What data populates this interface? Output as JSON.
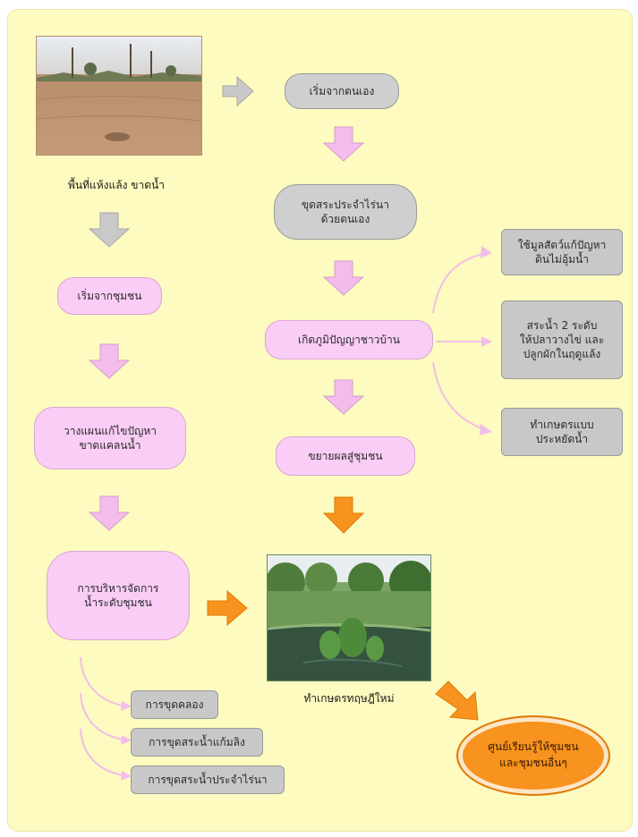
{
  "colors": {
    "background": "#fdfbbf",
    "pink_box": "#f9cdf5",
    "gray_box": "#cfcfcf",
    "orange": "#f7931e"
  },
  "left": {
    "dry_land_caption": "พื้นที่แห้งแล้ง ขาดน้ำ",
    "start_community": "เริ่มจากชุมชน",
    "plan": "วางแผนแก้ไขปัญหา\nขาดแคลนน้ำ",
    "manage": "การบริหารจัดการ\nน้ำระดับชุมชน",
    "sub_items": [
      "การขุดคลอง",
      "การขุดสระน้ำแก้มลิง",
      "การขุดสระน้ำประจำไร่นา"
    ]
  },
  "middle": {
    "start_self": "เริ่มจากตนเอง",
    "dig_pond": "ขุดสระประจำไร่นา\nด้วยตนเอง",
    "wisdom": "เกิดภูมิปัญญาชาวบ้าน",
    "expand": "ขยายผลสู่ชุมชน",
    "new_theory_caption": "ทำเกษตรทฤษฎีใหม่"
  },
  "right": {
    "items": [
      "ใช้มูลสัตว์แก้ปัญหา\nดินไม่อุ้มน้ำ",
      "สระน้ำ 2 ระดับ\nให้ปลาวางไข่ และ\nปลูกผักในฤดูแล้ง",
      "ทำเกษตรแบบ\nประหยัดน้ำ"
    ]
  },
  "final": {
    "label": "ศูนย์เรียนรู้ให้ชุมชน\nและชุมชนอื่นๆ"
  }
}
